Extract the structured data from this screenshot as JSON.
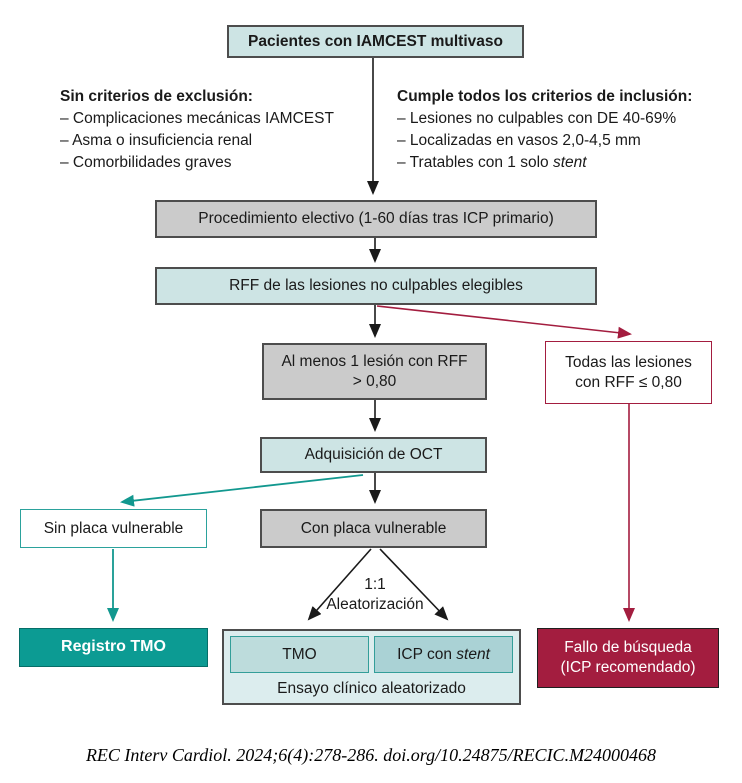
{
  "colors": {
    "light_teal_fill": "#cde4e4",
    "gray_fill": "#cbcbcb",
    "teal_accent": "#0c9b93",
    "dark_red_accent": "#a31d3f",
    "container_fill": "#dcedee",
    "box_border": "#4d4d4d"
  },
  "flow": {
    "top_box": "Pacientes con IAMCEST multivaso",
    "exclusion": {
      "title": "Sin criterios de exclusión:",
      "items": [
        "– Complicaciones mecánicas IAMCEST",
        "– Asma o insuficiencia renal",
        "– Comorbilidades graves"
      ]
    },
    "inclusion": {
      "title": "Cumple todos los criterios de inclusión:",
      "items": [
        "– Lesiones no culpables con DE 40-69%",
        "– Localizadas en vasos 2,0-4,5 mm"
      ],
      "item3_prefix": "– Tratables con 1 solo ",
      "item3_italic": "stent"
    },
    "electivo_box": "Procedimiento electivo (1-60 días tras ICP primario)",
    "rff_box": "RFF de las lesiones no culpables elegibles",
    "rff_positive": {
      "line1": "Al menos 1 lesión con RFF",
      "line2": "> 0,80"
    },
    "rff_negative": {
      "line1": "Todas las lesiones",
      "line2": "con RFF ≤ 0,80"
    },
    "oct_box": "Adquisición de OCT",
    "sin_placa_box": "Sin placa vulnerable",
    "con_placa_box": "Con placa vulnerable",
    "randomization": {
      "ratio": "1:1",
      "label": "Aleatorización"
    },
    "registro_box": "Registro TMO",
    "trial": {
      "tmo_box": "TMO",
      "icp_prefix": "ICP con ",
      "icp_italic": "stent",
      "label": "Ensayo clínico aleatorizado"
    },
    "fallo": {
      "line1": "Fallo de búsqueda",
      "line2": "(ICP recomendado)"
    }
  },
  "footer": {
    "citation": "REC Interv Cardiol. 2024;6(4):278-286. doi.org/10.24875/RECIC.M24000468"
  }
}
